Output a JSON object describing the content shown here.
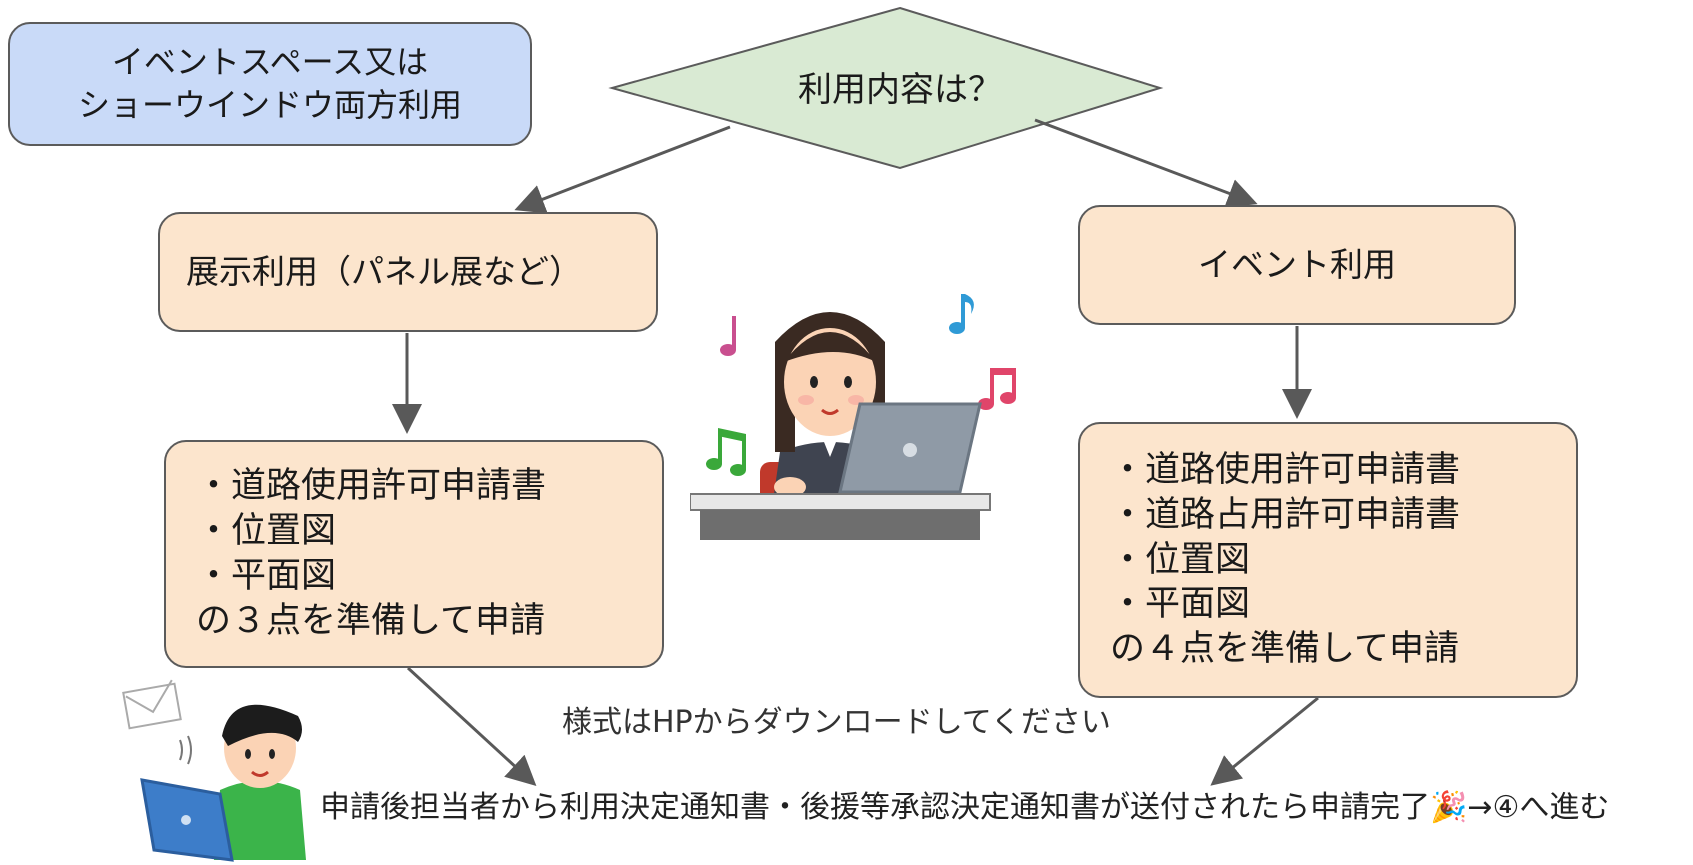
{
  "title_box": {
    "line1": "イベントスペース又は",
    "line2": "ショーウインドウ両方利用"
  },
  "decision": {
    "label": "利用内容は？"
  },
  "branch_left": {
    "label": "展示利用（パネル展など）",
    "items": [
      "・道路使用許可申請書",
      "・位置図",
      "・平面図",
      "の３点を準備して申請"
    ]
  },
  "branch_right": {
    "label": "イベント利用",
    "items": [
      "・道路使用許可申請書",
      "・道路占用許可申請書",
      "・位置図",
      "・平面図",
      "の４点を準備して申請"
    ]
  },
  "note": "様式はHPからダウンロードしてください",
  "completion": "申請後担当者から利用決定通知書・後援等承認決定通知書が送付されたら申請完了🎉→④へ進む",
  "colors": {
    "title_fill": "#c9daf8",
    "decision_fill": "#d9ead3",
    "box_fill": "#fce5cd",
    "border": "#5b5b5b",
    "arrow": "#595959"
  },
  "icons": [
    "woman-laptop-illustration",
    "music-notes-icon",
    "man-laptop-illustration",
    "mail-icon",
    "party-popper-icon"
  ]
}
